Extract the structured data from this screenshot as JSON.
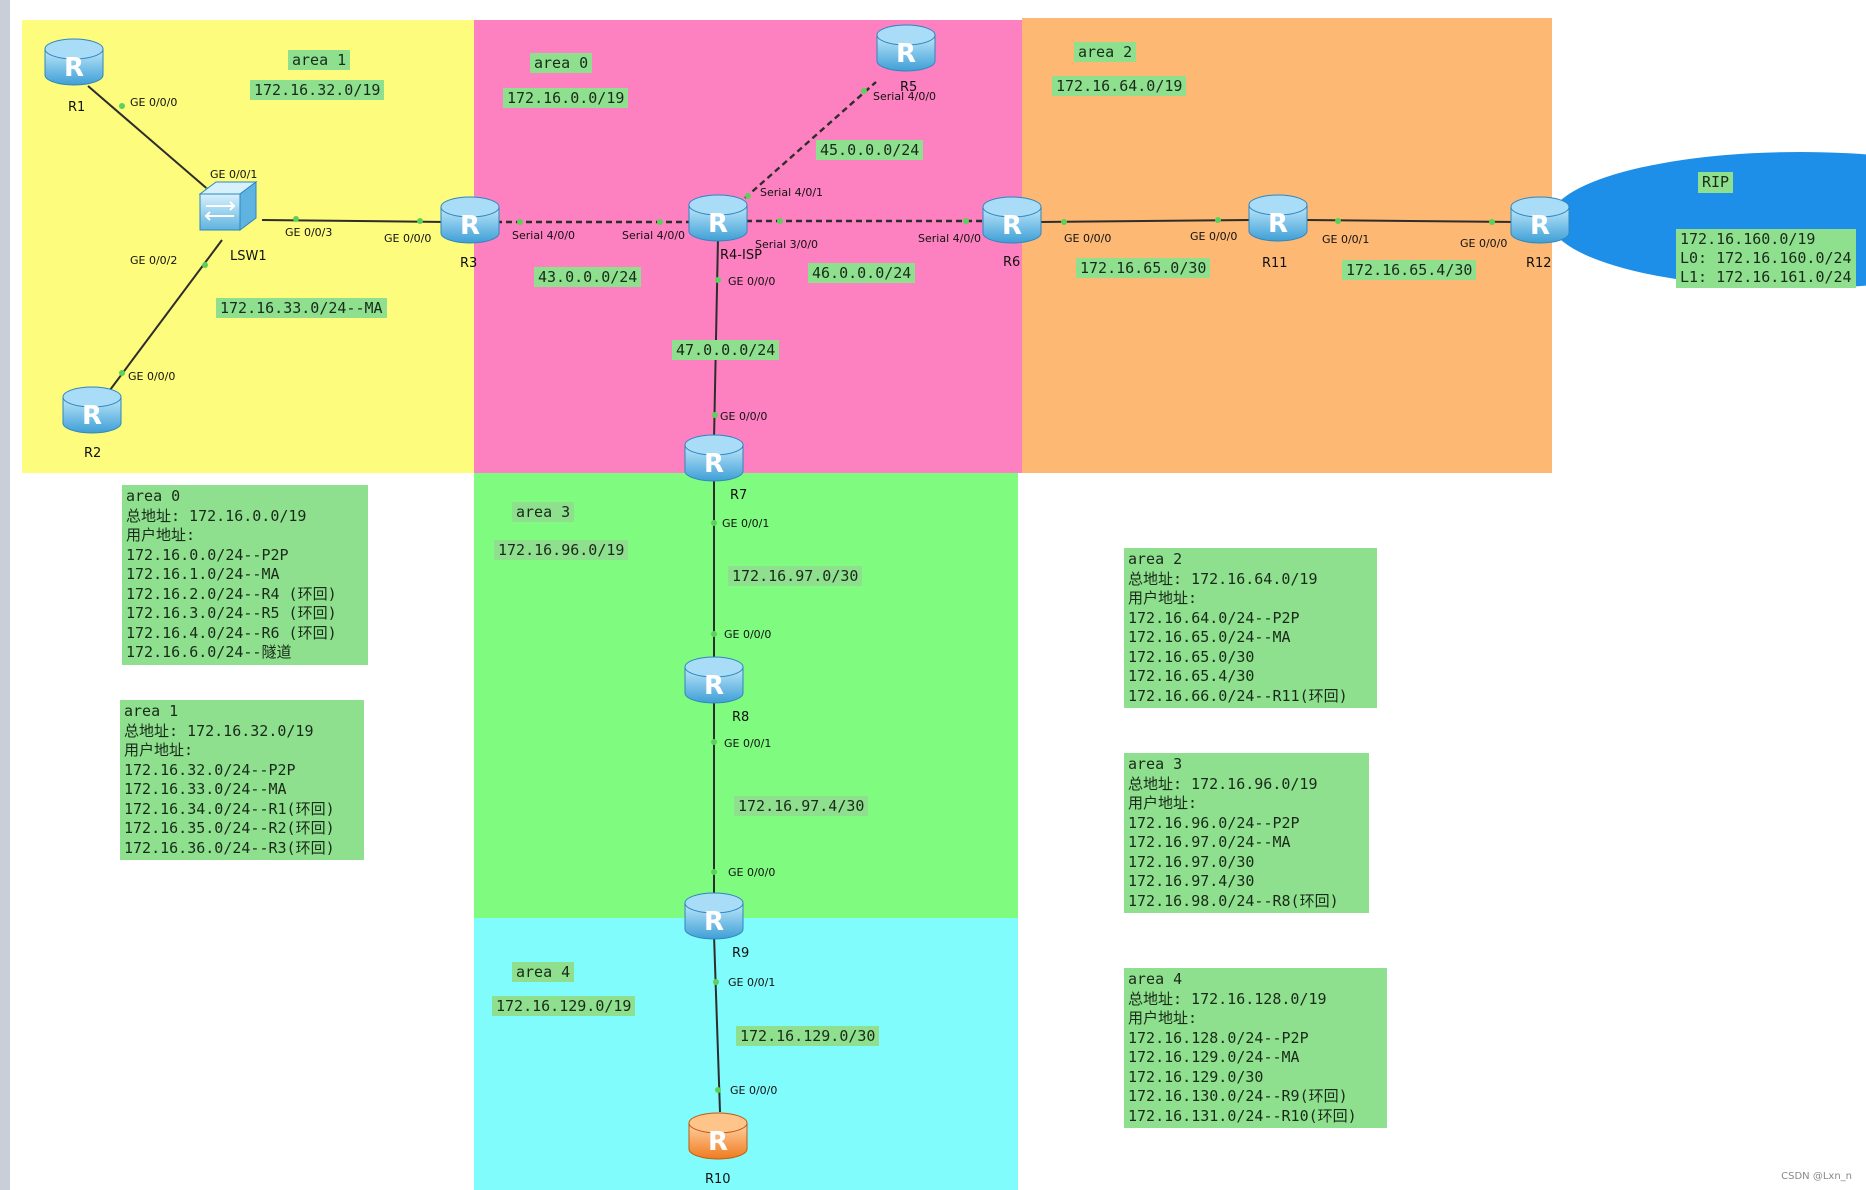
{
  "devices": {
    "r1": "R1",
    "r2": "R2",
    "lsw1": "LSW1",
    "r3": "R3",
    "r4": "R4-ISP",
    "r5": "R5",
    "r6": "R6",
    "r7": "R7",
    "r8": "R8",
    "r9": "R9",
    "r10": "R10",
    "r11": "R11",
    "r12": "R12"
  },
  "ports": {
    "r1_g000": "GE 0/0/0",
    "lsw1_g001": "GE 0/0/1",
    "lsw1_g002": "GE 0/0/2",
    "lsw1_g003": "GE 0/0/3",
    "r2_g000": "GE 0/0/0",
    "r3_g000": "GE 0/0/0",
    "r3_s400": "Serial 4/0/0",
    "r4_s400": "Serial 4/0/0",
    "r4_s401": "Serial 4/0/1",
    "r4_s300": "Serial 3/0/0",
    "r4_g000": "GE 0/0/0",
    "r5_s400": "Serial 4/0/0",
    "r6_s400": "Serial 4/0/0",
    "r6_g000": "GE 0/0/0",
    "r7_g000": "GE 0/0/0",
    "r7_g001": "GE 0/0/1",
    "r8_g000": "GE 0/0/0",
    "r8_g001": "GE 0/0/1",
    "r9_g000": "GE 0/0/0",
    "r9_g001": "GE 0/0/1",
    "r10_g000": "GE 0/0/0",
    "r11_g000": "GE 0/0/0",
    "r11_g001": "GE 0/0/1",
    "r12_g000": "GE 0/0/0"
  },
  "areas": {
    "area1": {
      "title": "area 1",
      "prefix": "172.16.32.0/19",
      "ma": "172.16.33.0/24--MA"
    },
    "area0": {
      "title": "area 0",
      "prefix": "172.16.0.0/19",
      "r4_r5": "45.0.0.0/24",
      "r3_r4": "43.0.0.0/24",
      "r4_r6": "46.0.0.0/24",
      "r4_r7": "47.0.0.0/24"
    },
    "area2": {
      "title": "area 2",
      "prefix": "172.16.64.0/19",
      "r6_r11": "172.16.65.0/30",
      "r11_r12": "172.16.65.4/30"
    },
    "area3": {
      "title": "area 3",
      "prefix": "172.16.96.0/19",
      "r7_r8": "172.16.97.0/30",
      "r8_r9": "172.16.97.4/30"
    },
    "area4": {
      "title": "area 4",
      "prefix": "172.16.129.0/19",
      "r9_r10": "172.16.129.0/30"
    }
  },
  "rip": {
    "title": "RIP",
    "lines": [
      "172.16.160.0/19",
      "L0: 172.16.160.0/24",
      "L1: 172.16.161.0/24"
    ]
  },
  "notes": {
    "area0": [
      "area 0",
      "总地址: 172.16.0.0/19",
      "用户地址:",
      "172.16.0.0/24--P2P",
      "172.16.1.0/24--MA",
      "172.16.2.0/24--R4 (环回)",
      "172.16.3.0/24--R5 (环回)",
      "172.16.4.0/24--R6 (环回)",
      "172.16.6.0/24--隧道"
    ],
    "area1": [
      "area 1",
      "总地址: 172.16.32.0/19",
      "用户地址:",
      "172.16.32.0/24--P2P",
      "172.16.33.0/24--MA",
      "172.16.34.0/24--R1(环回)",
      "172.16.35.0/24--R2(环回)",
      "172.16.36.0/24--R3(环回)"
    ],
    "area2": [
      "area 2",
      "总地址: 172.16.64.0/19",
      "用户地址:",
      "172.16.64.0/24--P2P",
      "172.16.65.0/24--MA",
      "172.16.65.0/30",
      "172.16.65.4/30",
      "172.16.66.0/24--R11(环回)"
    ],
    "area3": [
      "area 3",
      "总地址: 172.16.96.0/19",
      "用户地址:",
      "172.16.96.0/24--P2P",
      "172.16.97.0/24--MA",
      "172.16.97.0/30",
      "172.16.97.4/30",
      "172.16.98.0/24--R8(环回)"
    ],
    "area4": [
      "area 4",
      "总地址: 172.16.128.0/19",
      "用户地址:",
      "172.16.128.0/24--P2P",
      "172.16.129.0/24--MA",
      "172.16.129.0/30",
      "172.16.130.0/24--R9(环回)",
      "172.16.131.0/24--R10(环回)"
    ]
  },
  "colors": {
    "area0": "#fd80c0",
    "area1": "#fdfc7c",
    "area2": "#fdb874",
    "area3": "#7ffc80",
    "area4": "#80fcfc",
    "rip": "#1e8fe8",
    "tag": "#8ee08e",
    "router": "#3e9fd6",
    "router_r10": "#f07a1e"
  },
  "watermark": "CSDN @Lxn_n"
}
